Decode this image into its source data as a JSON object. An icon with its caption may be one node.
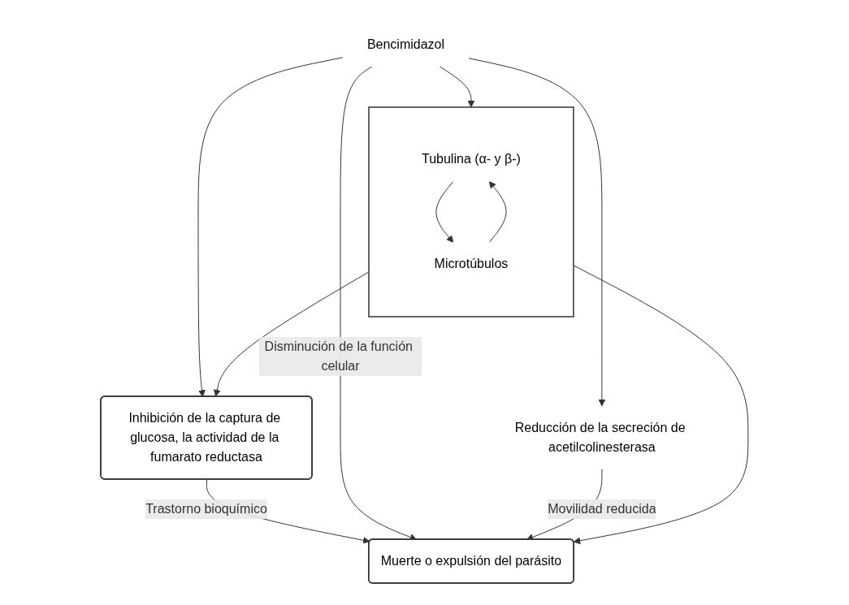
{
  "diagram": {
    "nodes": [
      {
        "text": [
          "Inhibición de la captura de glucosa, la actividad de la fumarato reductasa"
        ]
      },
      {
        "text": [],
        "shape": "box"
      },
      {
        "text": [
          "Tubulina (α- y β-)"
        ],
        "in": 1
      },
      {
        "text": [
          "Microtúbulos"
        ],
        "in": 1
      },
      {
        "text": [
          "Bencimidazol"
        ]
      },
      {
        "text": [
          "Reducción de la secreción de acetilcolinesterasa"
        ]
      },
      {
        "text": [
          "Muerte o expulsión del parásito"
        ]
      }
    ],
    "edges": [
      {
        "from": 4,
        "to": 0,
        "arrow": "to"
      },
      {
        "from": 4,
        "to": 1,
        "arrow": "to"
      },
      {
        "from": 1,
        "to": 0,
        "arrow": "to"
      },
      {
        "from": 3,
        "to": 2,
        "arrow": "to"
      },
      {
        "from": 2,
        "to": 3,
        "arrow": "to"
      },
      {
        "from": 0,
        "to": 6,
        "arrow": "to",
        "label": "Trastorno bioquímico"
      },
      {
        "from": 1,
        "to": 6,
        "arrow": "to"
      },
      {
        "from": 4,
        "to": 6,
        "arrow": "to",
        "label": "Disminución de la función celular"
      },
      {
        "from": 4,
        "to": 5,
        "arrow": "to"
      },
      {
        "from": 5,
        "to": 6,
        "arrow": "to",
        "label": "Movilidad reducida"
      }
    ]
  }
}
